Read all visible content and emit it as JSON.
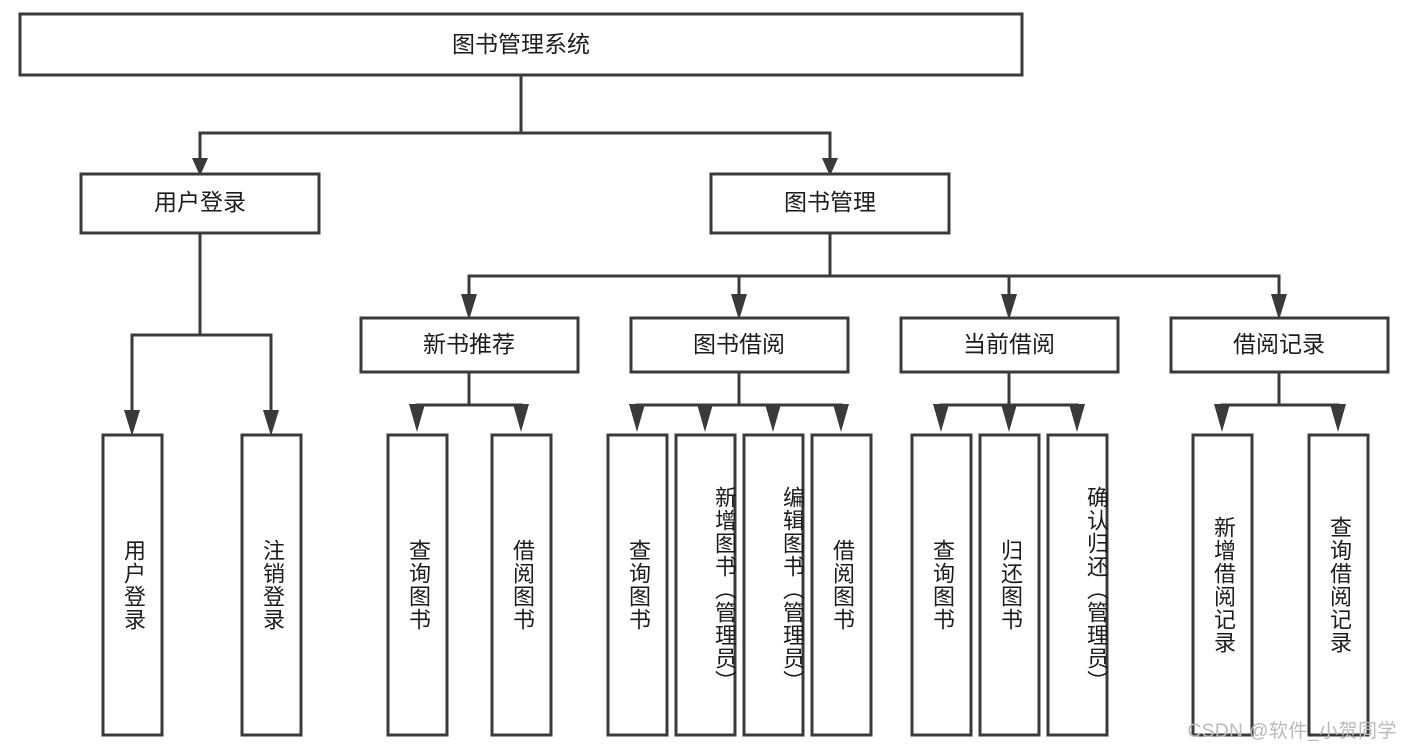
{
  "diagram": {
    "title": "图书管理系统",
    "root": {
      "label": "图书管理系统"
    },
    "level2": [
      {
        "label": "用户登录"
      },
      {
        "label": "图书管理"
      }
    ],
    "level3": [
      {
        "label": "新书推荐"
      },
      {
        "label": "图书借阅"
      },
      {
        "label": "当前借阅"
      },
      {
        "label": "借阅记录"
      }
    ],
    "leaves": {
      "user_login": [
        {
          "label": "用户登录"
        },
        {
          "label": "注销登录"
        }
      ],
      "new_book_recommend": [
        {
          "label": "查询图书"
        },
        {
          "label": "借阅图书"
        }
      ],
      "book_borrow": [
        {
          "label": "查询图书"
        },
        {
          "label": "新增图书（管理员）"
        },
        {
          "label": "编辑图书（管理员）"
        },
        {
          "label": "借阅图书"
        }
      ],
      "current_borrow": [
        {
          "label": "查询图书"
        },
        {
          "label": "归还图书"
        },
        {
          "label": "确认归还（管理员）"
        }
      ],
      "borrow_record": [
        {
          "label": "新增借阅记录"
        },
        {
          "label": "查询借阅记录"
        }
      ]
    }
  },
  "watermark": {
    "text": "CSDN @软件_小贺同学"
  },
  "colors": {
    "stroke": "#3a3a3a",
    "fill": "#ffffff",
    "text": "#1c1c1c",
    "watermark": "#b9b9b9"
  }
}
